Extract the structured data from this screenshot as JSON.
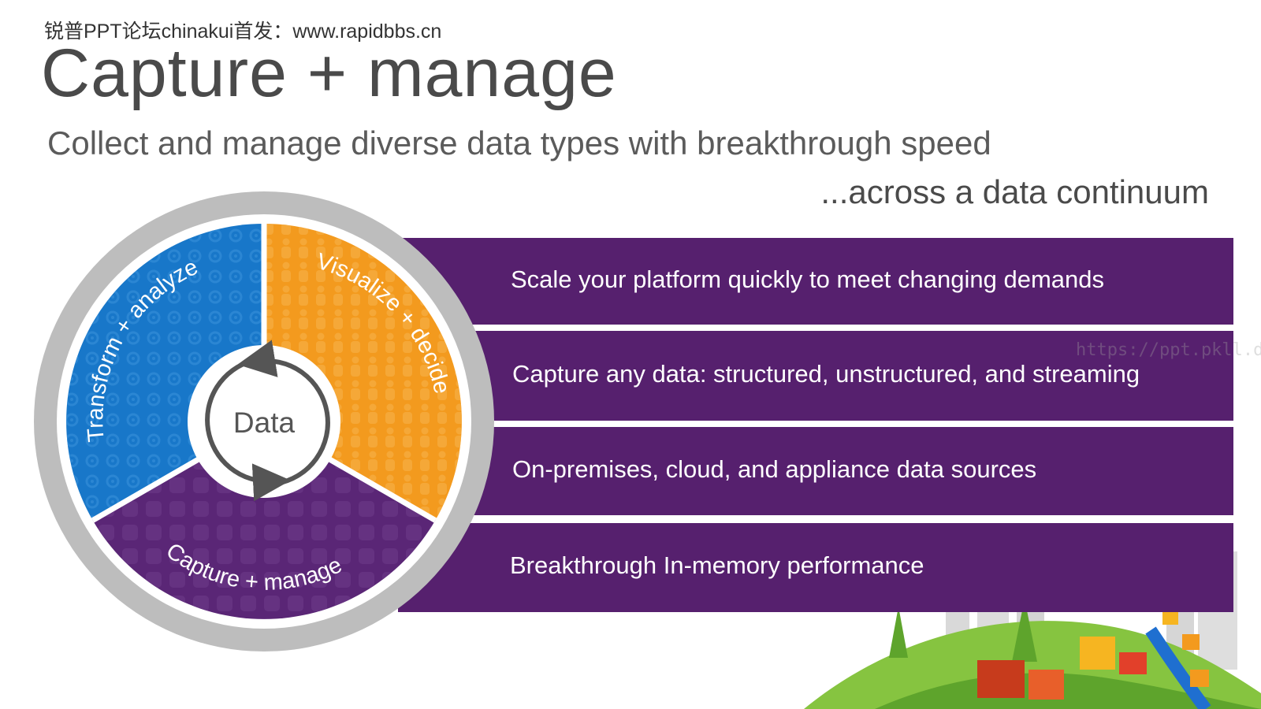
{
  "header": {
    "watermark": "锐普PPT论坛chinakui首发：www.rapidbbs.cn",
    "title": "Capture + manage",
    "subtitle": "Collect and manage diverse data types with breakthrough speed",
    "tagline": "...across a data continuum"
  },
  "wheel": {
    "center_label": "Data",
    "segments": [
      {
        "label": "Transform + analyze",
        "color": "#1877c9"
      },
      {
        "label": "Visualize + decide",
        "color": "#f39a1e"
      },
      {
        "label": "Capture + manage",
        "color": "#5a2676"
      }
    ]
  },
  "bands": [
    {
      "text": "Scale your platform quickly to meet changing demands"
    },
    {
      "text": "Capture any data: structured, unstructured, and streaming"
    },
    {
      "text": "On-premises, cloud, and appliance data sources"
    },
    {
      "text": "Breakthrough In-memory performance"
    }
  ],
  "ghost_url": "https://ppt.pkll.de",
  "colors": {
    "band": "#56206e",
    "ring": "#bdbdbd",
    "hill": "#86c440"
  }
}
